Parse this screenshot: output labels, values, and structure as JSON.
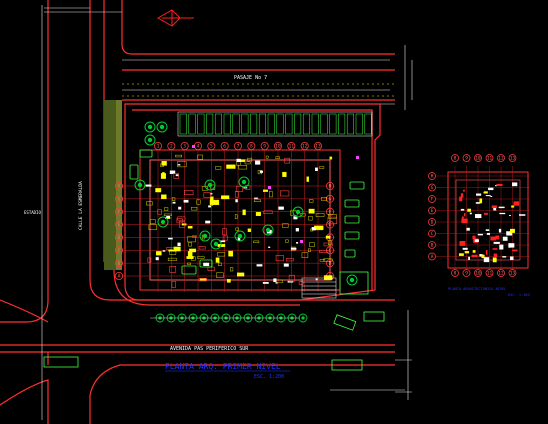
{
  "labels": {
    "street_passage": "PASAJE No 7",
    "street_vertical": "CALLE LA ESMERALDA",
    "street_main": "AVENIDA PAS PERIFERICO SUR",
    "left_small": "ESTADIO",
    "plan_title": "PLANTA ARQ.   PRIMER NIVEL",
    "plan_scale": "ESC. 1:200",
    "detail_title": "PLANTA ARQUITECTONICA NIVEL",
    "detail_scale": "ESC. 1:100"
  },
  "grid": {
    "main_columns": [
      "1",
      "2",
      "3",
      "4",
      "5",
      "6",
      "7",
      "8",
      "9",
      "10",
      "11",
      "12",
      "13"
    ],
    "main_rows": [
      "H",
      "G",
      "F",
      "E",
      "D",
      "C",
      "B",
      "A"
    ],
    "detail_columns": [
      "8",
      "9",
      "10",
      "11",
      "12",
      "13"
    ],
    "detail_rows": [
      "H",
      "G",
      "F",
      "E",
      "D",
      "C",
      "B",
      "A"
    ]
  },
  "colors": {
    "background": "#000000",
    "road": "#ff3030",
    "dimension": "#ffffff",
    "grid_bubble": "#ff3a3a",
    "trees": "#00cc33",
    "furniture": "#ffff00",
    "cars": "#40ff40",
    "title_text": "#2233ff",
    "north_arrow": "#ff2020"
  },
  "icons": [
    "north-arrow-icon"
  ]
}
